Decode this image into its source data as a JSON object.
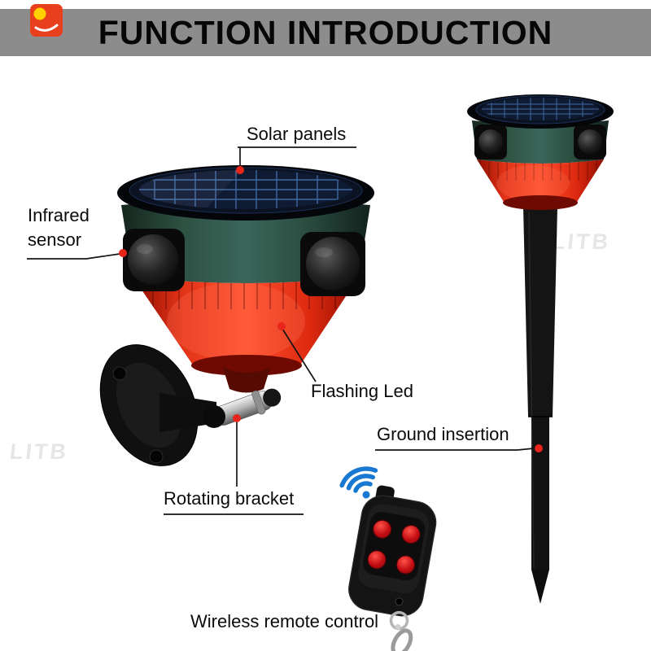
{
  "title": "FUNCTION INTRODUCTION",
  "watermark": "LITB",
  "labels": {
    "solar_panels": "Solar panels",
    "infrared_sensor": "Infrared sensor",
    "flashing_led": "Flashing Led",
    "rotating_bracket": "Rotating bracket",
    "ground_insertion": "Ground insertion",
    "wireless_remote_control": "Wireless remote control"
  },
  "colors": {
    "banner_background": "#8c8c8c",
    "title_text": "#060606",
    "device_red": "#e03018",
    "device_green": "#2e5244",
    "solar_panel_grid": "#41699f",
    "callout_dot": "#e8251a",
    "callout_line": "#151515",
    "wifi_signal": "#1878d2",
    "remote_button_red": "#c30d12",
    "bracket_black": "#101010",
    "metal_pivot": "#b9b9b9"
  },
  "icons": {
    "wifi_signal": "wifi-arcs-icon",
    "brand_logo": "litb-logo"
  }
}
